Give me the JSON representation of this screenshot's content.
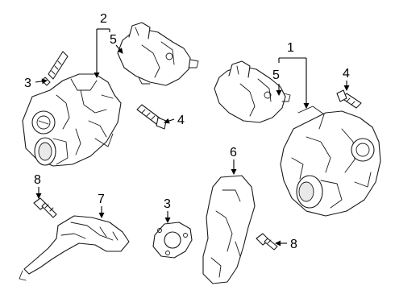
{
  "callouts": {
    "c1": "1",
    "c2": "2",
    "c3_left": "3",
    "c3_bottom": "3",
    "c4_left": "4",
    "c4_right": "4",
    "c5_left": "5",
    "c5_right": "5",
    "c6": "6",
    "c7": "7",
    "c8_left": "8",
    "c8_right": "8"
  }
}
